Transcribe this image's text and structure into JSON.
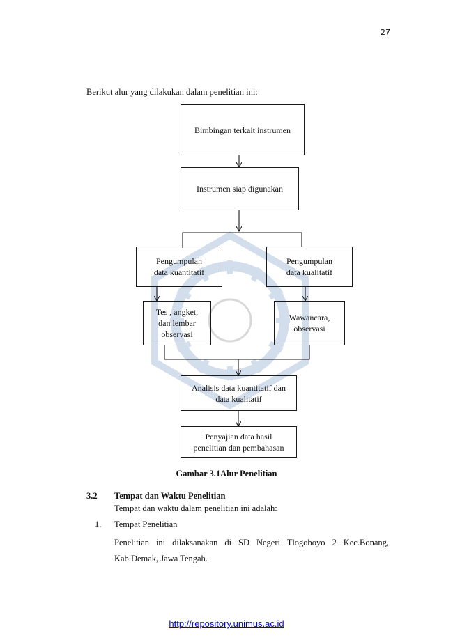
{
  "page_number": "27",
  "intro": "Berikut alur yang dilakukan dalam penelitian ini:",
  "flowchart": {
    "box1": "Bimbingan terkait instrumen",
    "box2": "Instrumen siap digunakan",
    "box3_left": "Pengumpulan\ndata kuantitatif",
    "box3_right": "Pengumpulan\ndata kualitatif",
    "box4_left": "Tes , angket,\ndan lembar\nobservasi",
    "box4_right": "Wawancara,\nobservasi",
    "box5": "Analisis data kuantitatif dan\ndata kualitatif",
    "box6": "Penyajian data hasil\npenelitian dan pembahasan"
  },
  "caption": "Gambar 3.1Alur Penelitian",
  "section": {
    "number": "3.2",
    "title": "Tempat dan Waktu Penelitian",
    "intro": "Tempat dan waktu dalam penelitian ini adalah:",
    "items": [
      {
        "number": "1.",
        "title": "Tempat Penelitian",
        "body": "Penelitian ini dilaksanakan di SD Negeri Tlogoboyo 2 Kec.Bonang, Kab.Demak, Jawa Tengah."
      }
    ]
  },
  "footer_link": "http://repository.unimus.ac.id",
  "colors": {
    "link": "#0000ee",
    "watermark": "#3a6fb0",
    "text": "#111111"
  }
}
